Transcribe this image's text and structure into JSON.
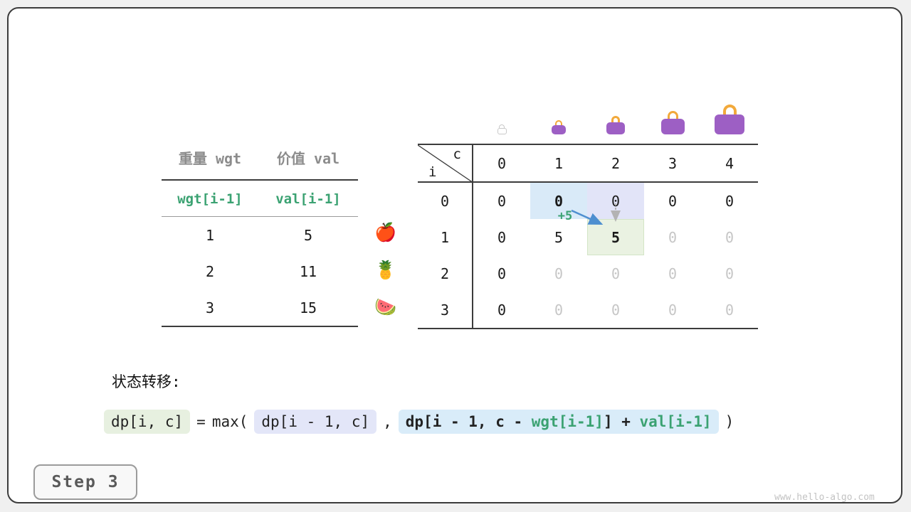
{
  "item_table": {
    "col_headers": [
      "重量 wgt",
      "价值 val"
    ],
    "formula_row": [
      "wgt[i-1]",
      "val[i-1]"
    ],
    "rows": [
      {
        "wgt": "1",
        "val": "5",
        "fruit": "🍎"
      },
      {
        "wgt": "2",
        "val": "11",
        "fruit": "🍍"
      },
      {
        "wgt": "3",
        "val": "15",
        "fruit": "🍉"
      }
    ]
  },
  "dp_table": {
    "corner": {
      "i": "i",
      "c": "c"
    },
    "col_headers": [
      "0",
      "1",
      "2",
      "3",
      "4"
    ],
    "rows": [
      {
        "label": "0",
        "cells": [
          "0",
          "0",
          "0",
          "0",
          "0"
        ]
      },
      {
        "label": "1",
        "cells": [
          "0",
          "5",
          "5",
          "0",
          "0"
        ]
      },
      {
        "label": "2",
        "cells": [
          "0",
          "0",
          "0",
          "0",
          "0"
        ]
      },
      {
        "label": "3",
        "cells": [
          "0",
          "0",
          "0",
          "0",
          "0"
        ]
      }
    ],
    "annotation_plus": "+5"
  },
  "transition": {
    "label": "状态转移:",
    "lhs": "dp[i, c]",
    "equals": "=",
    "max_open": "max(",
    "term1": "dp[i - 1, c]",
    "comma": ",",
    "term2": {
      "p1": "dp[i - 1, c - ",
      "p2": "wgt[i-1]",
      "p3": "] + ",
      "p4": "val[i-1]"
    },
    "close": ")"
  },
  "step_badge": "Step 3",
  "watermark": "www.hello-algo.com",
  "colors": {
    "accent_green": "#3ba272",
    "bag_purple": "#9d5fc4",
    "bag_handle": "#f2a93b",
    "highlight_blue": "#d9eaf8",
    "highlight_lavender": "#e2e4f8",
    "highlight_green": "#eaf2e2",
    "arrow_blue": "#4e8fd0"
  }
}
